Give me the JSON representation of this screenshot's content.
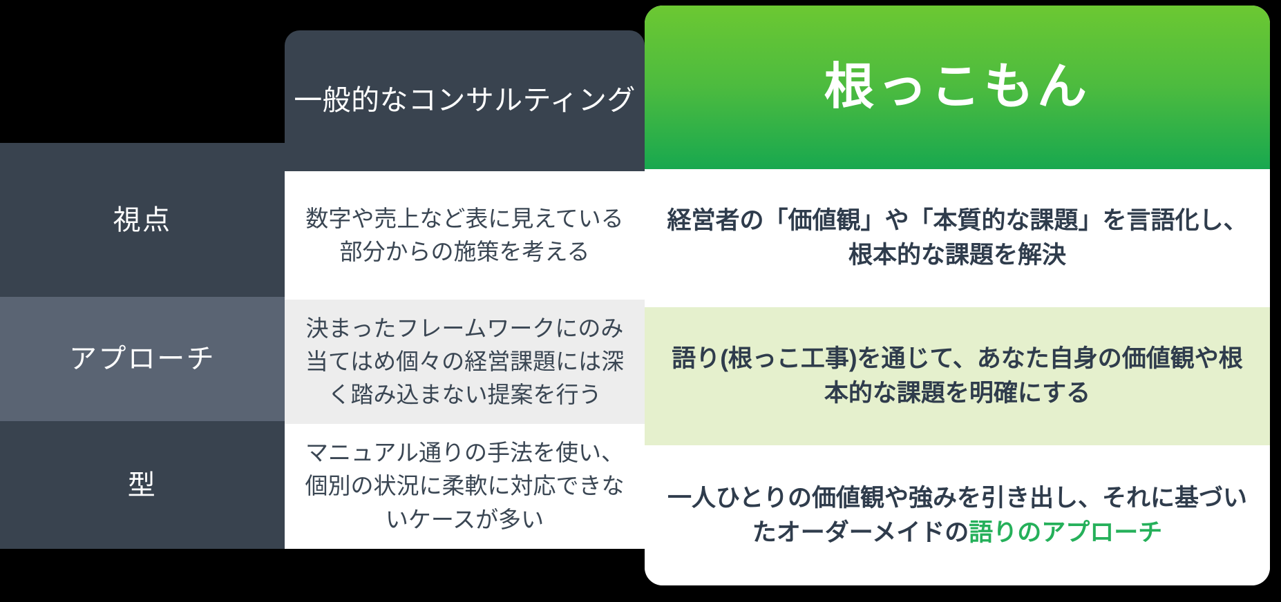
{
  "theme": {
    "background": "#000000",
    "dark_slate": "#39434f",
    "mid_slate": "#5a6473",
    "body_text": "#3a4653",
    "brand_text": "#2f3c4c",
    "zebra_gray": "#ededed",
    "brand_green_light": "#6cc832",
    "brand_green_dark": "#18a84f",
    "brand_tint": "#e5f0cd",
    "accent_green": "#25b05a"
  },
  "table": {
    "columns": [
      {
        "key": "label",
        "header": ""
      },
      {
        "key": "generic",
        "header": "一般的なコンサルティング"
      },
      {
        "key": "brand",
        "header": "根っこもん"
      }
    ],
    "rows": [
      {
        "label": "視点",
        "generic": "数字や売上など表に見えている部分からの施策を考える",
        "brand": "経営者の「価値観」や「本質的な課題」を言語化し、根本的な課題を解決"
      },
      {
        "label": "アプローチ",
        "generic": "決まったフレームワークにのみ当てはめ個々の経営課題には深く踏み込まない提案を行う",
        "brand": "語り(根っこ工事)を通じて、あなた自身の価値観や根本的な課題を明確にする"
      },
      {
        "label": "型",
        "generic": "マニュアル通りの手法を使い、個別の状況に柔軟に対応できないケースが多い",
        "brand_plain_lead": "一人ひとりの価値観や強みを引き出し、それに基づいたオーダーメイドの",
        "brand_accent": "語りのアプローチ"
      }
    ]
  }
}
